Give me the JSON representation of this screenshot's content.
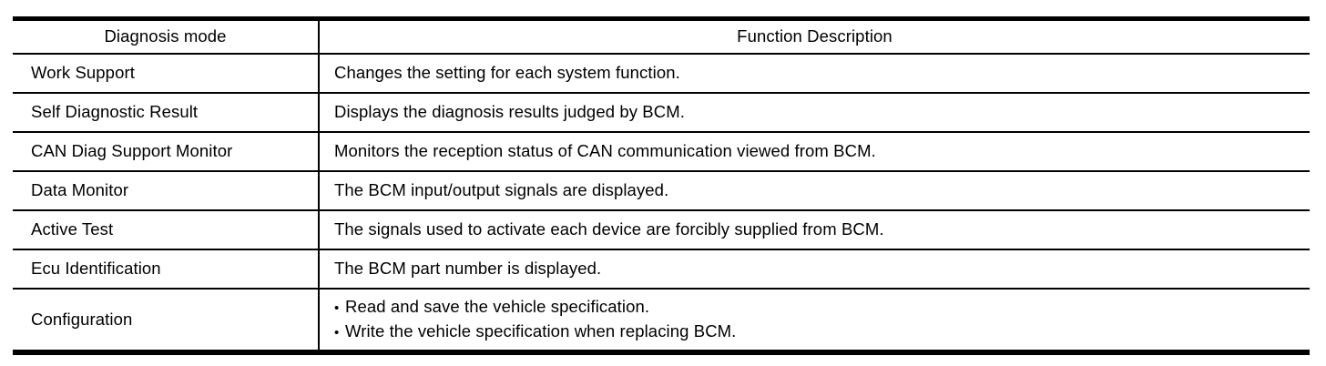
{
  "table": {
    "columns": [
      "Diagnosis mode",
      "Function Description"
    ],
    "rows": [
      {
        "mode": "Work Support",
        "description": "Changes the setting for each system function."
      },
      {
        "mode": "Self Diagnostic Result",
        "description": "Displays the diagnosis results judged by BCM."
      },
      {
        "mode": "CAN Diag Support Monitor",
        "description": "Monitors the reception status of CAN communication viewed from BCM."
      },
      {
        "mode": "Data Monitor",
        "description": "The BCM input/output signals are displayed."
      },
      {
        "mode": "Active Test",
        "description": "The signals used to activate each device are forcibly supplied from BCM."
      },
      {
        "mode": "Ecu Identification",
        "description": "The BCM part number is displayed."
      },
      {
        "mode": "Configuration",
        "bullets": [
          "Read and save the vehicle specification.",
          "Write the vehicle specification when replacing BCM."
        ]
      }
    ],
    "bullet_glyph": "•",
    "colors": {
      "text": "#000000",
      "border": "#000000",
      "background": "#ffffff"
    }
  }
}
